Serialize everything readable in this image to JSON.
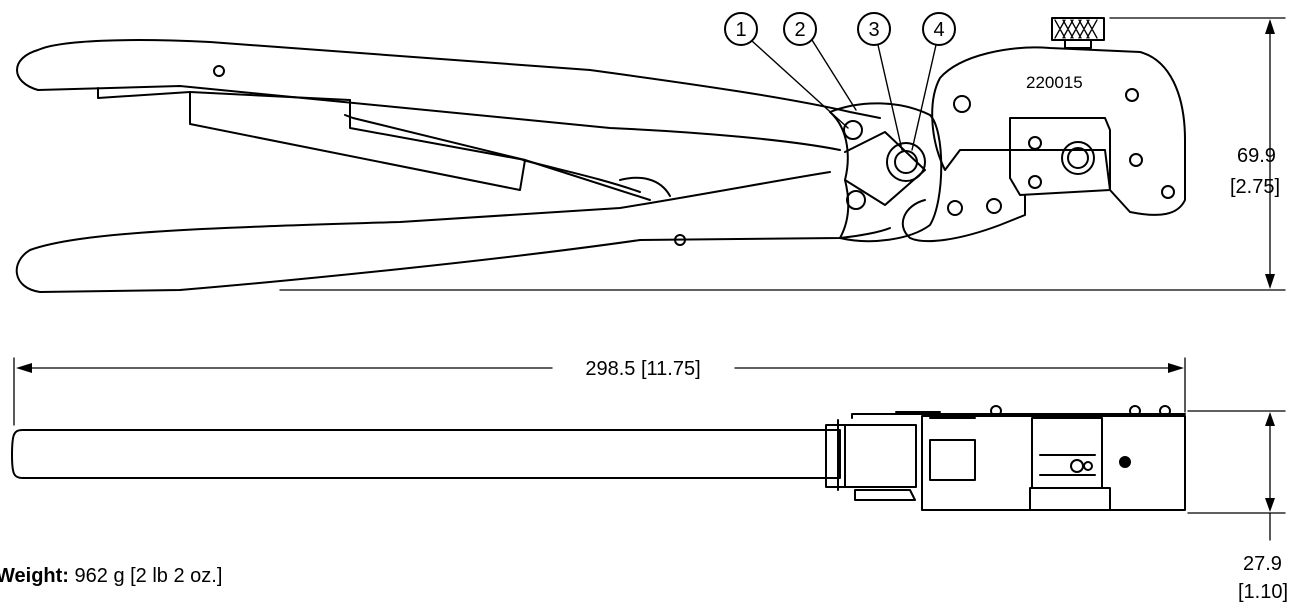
{
  "drawing": {
    "tool_number": "220015",
    "callouts": [
      "1",
      "2",
      "3",
      "4"
    ],
    "height_dim": {
      "mm": "69.9",
      "in": "[2.75]"
    },
    "length_dim": {
      "text": "298.5 [11.75]"
    },
    "width_dim": {
      "mm": "27.9",
      "in": "[1.10]"
    },
    "weight": {
      "label": "Weight:",
      "value": "962 g [2 lb 2 oz.]"
    }
  }
}
